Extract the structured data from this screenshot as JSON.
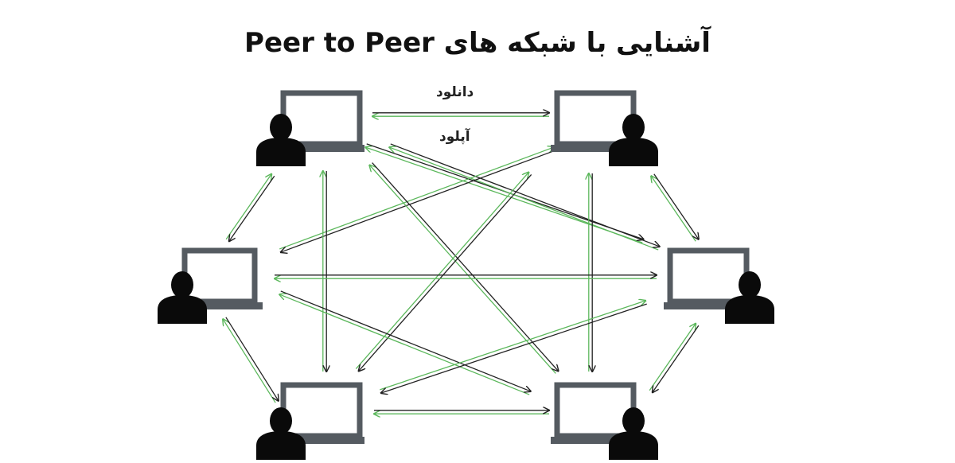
{
  "diagram": {
    "title": "آشنایی با شبکه های  Peer to Peer",
    "labels": {
      "download": "دانلود",
      "upload": "آپلود"
    },
    "colors": {
      "download_arrow": "#222222",
      "upload_arrow": "#5cb85c",
      "laptop": "#555b61",
      "person": "#0a0a0a"
    },
    "nodes": [
      {
        "id": "top-left",
        "icon": "laptop-user-icon"
      },
      {
        "id": "top-right",
        "icon": "laptop-user-icon"
      },
      {
        "id": "mid-left",
        "icon": "laptop-user-icon"
      },
      {
        "id": "mid-right",
        "icon": "laptop-user-icon"
      },
      {
        "id": "bottom-left",
        "icon": "laptop-user-icon"
      },
      {
        "id": "bottom-right",
        "icon": "laptop-user-icon"
      }
    ]
  }
}
